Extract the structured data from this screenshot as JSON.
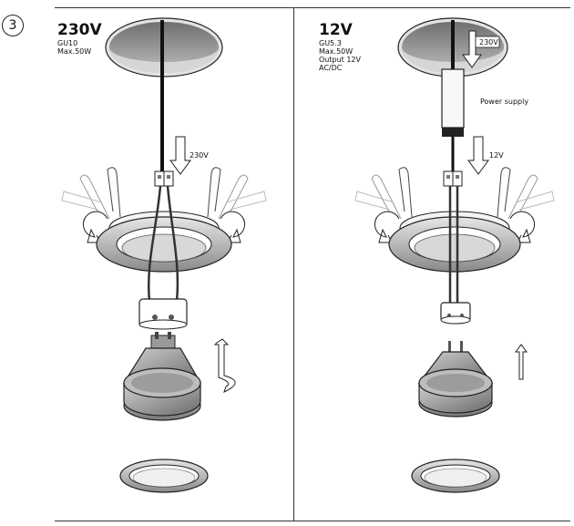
{
  "step_number": "3",
  "left": {
    "voltage_title": "230V",
    "specs": [
      "GU10",
      "Max.50W"
    ],
    "arrow_label": "230V"
  },
  "right": {
    "voltage_title": "12V",
    "specs": [
      "GU5.3",
      "Max.50W",
      "Output 12V",
      "AC/DC"
    ],
    "input_label": "230V",
    "power_supply_label": "Power supply",
    "output_label": "12V"
  }
}
